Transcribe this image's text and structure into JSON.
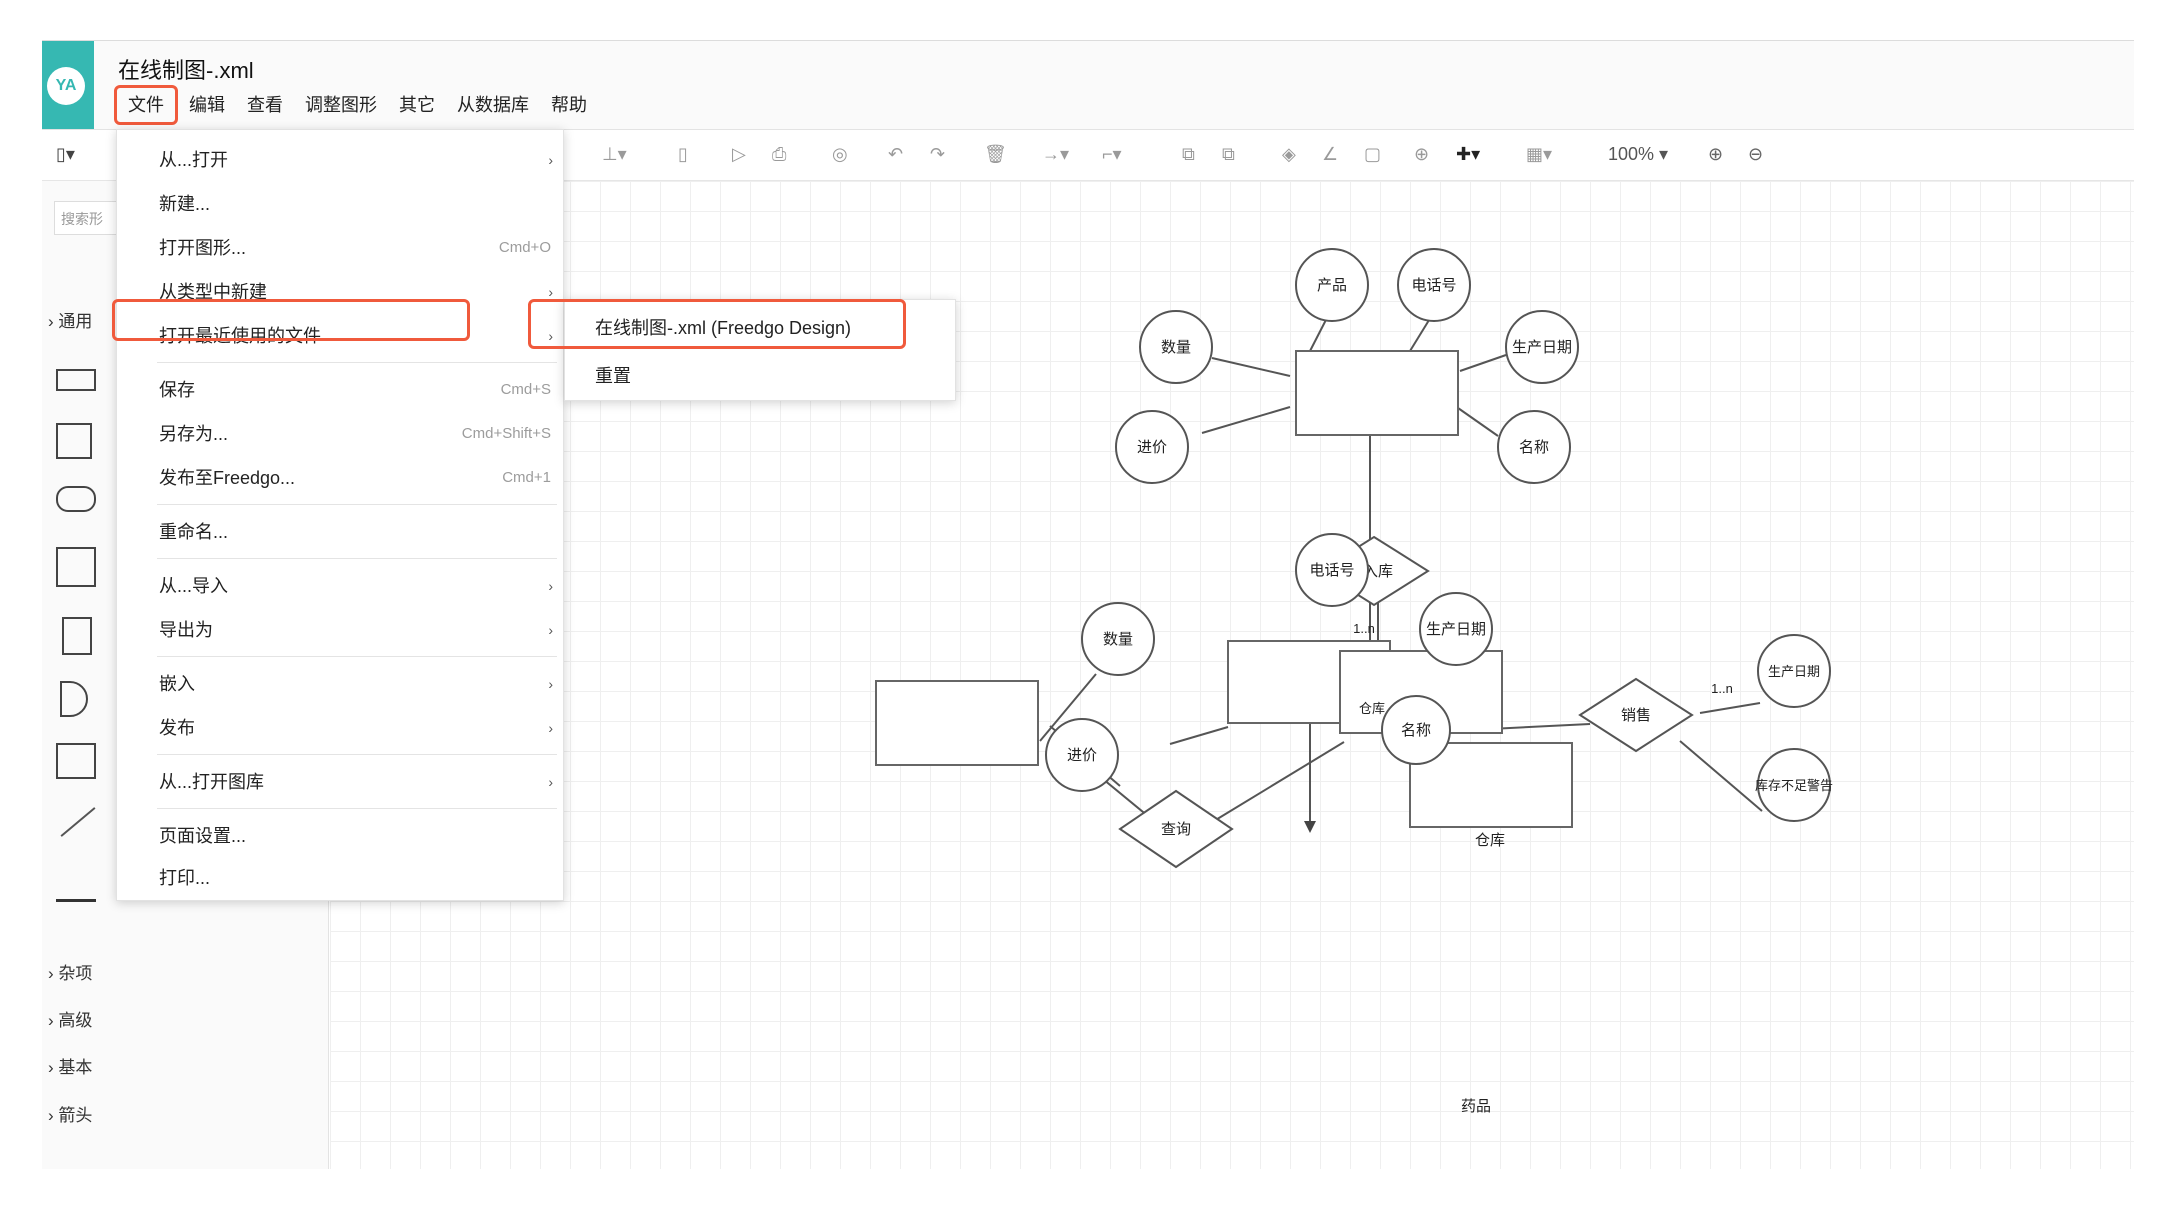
{
  "app": {
    "avatar": "YA",
    "doc_title": "在线制图-.xml",
    "accent": "#f05a3c",
    "logo_color": "#36b8b2"
  },
  "menubar": [
    "文件",
    "编辑",
    "查看",
    "调整图形",
    "其它",
    "从数据库",
    "帮助"
  ],
  "toolbar": {
    "zoom": "100%"
  },
  "left_panel": {
    "search_placeholder": "搜索形",
    "sections": [
      "通用",
      "杂项",
      "高级",
      "基本",
      "箭头"
    ]
  },
  "file_menu": [
    {
      "label": "从...打开",
      "submenu": true
    },
    {
      "label": "新建..."
    },
    {
      "label": "打开图形...",
      "shortcut": "Cmd+O"
    },
    {
      "label": "从类型中新建",
      "submenu": true
    },
    {
      "label": "打开最近使用的文件",
      "submenu": true,
      "highlighted": true
    },
    {
      "label": "保存",
      "shortcut": "Cmd+S"
    },
    {
      "label": "另存为...",
      "shortcut": "Cmd+Shift+S"
    },
    {
      "label": "发布至Freedgo...",
      "shortcut": "Cmd+1"
    },
    {
      "label": "重命名..."
    },
    {
      "label": "从...导入",
      "submenu": true
    },
    {
      "label": "导出为",
      "submenu": true
    },
    {
      "label": "嵌入",
      "submenu": true
    },
    {
      "label": "发布",
      "submenu": true
    },
    {
      "label": "从...打开图库",
      "submenu": true
    },
    {
      "label": "页面设置..."
    },
    {
      "label": "打印..."
    }
  ],
  "recent_submenu": [
    {
      "label": "在线制图-.xml (Freedgo Design)",
      "highlighted": true
    },
    {
      "label": "重置"
    }
  ],
  "diagram": {
    "attrs_top": [
      "产品",
      "电话号",
      "数量",
      "生产日期",
      "进价",
      "名称"
    ],
    "relation_top": "入库",
    "near_relation": [
      "电话号",
      "生产日期"
    ],
    "left_attrs": [
      "数量",
      "进价"
    ],
    "relation_bottom": "查询",
    "rel_right": "销售",
    "right_attrs": [
      "生产日期",
      "库存不足警告"
    ],
    "mid_labels": [
      "仓库",
      "名称"
    ],
    "cardinality": [
      "1..n",
      "1..n"
    ],
    "under_box": "仓库",
    "bottom_text": "药品"
  }
}
